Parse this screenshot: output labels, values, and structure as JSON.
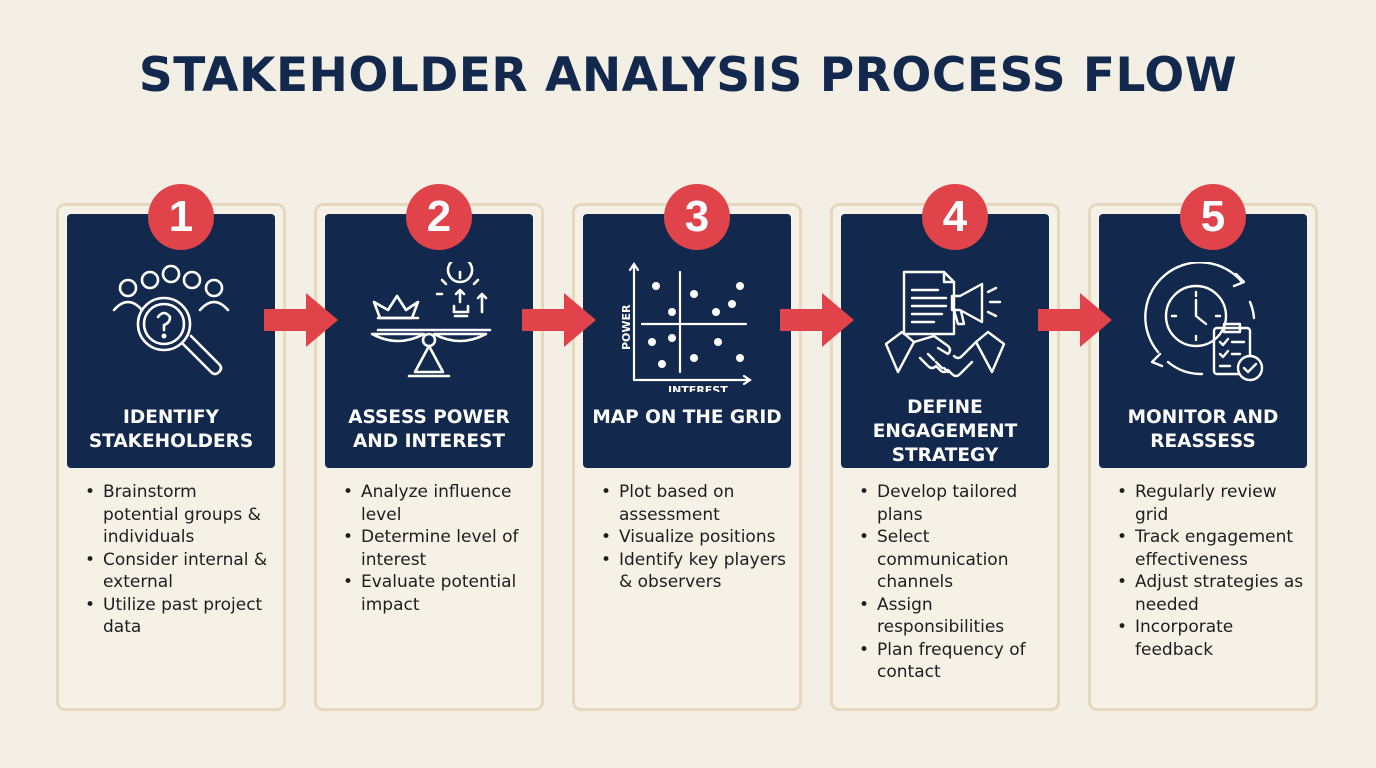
{
  "title": "STAKEHOLDER ANALYSIS PROCESS FLOW",
  "colors": {
    "background": "#f4efe4",
    "panel": "#13284d",
    "accent": "#e0434a",
    "card_border": "#e5d8be",
    "text": "#1d1d1d"
  },
  "steps": [
    {
      "number": "1",
      "title": "IDENTIFY STAKEHOLDERS",
      "icon": "people-magnifier-question-icon",
      "bullets": [
        "Brainstorm potential groups & individuals",
        "Consider internal & external",
        "Utilize past project data"
      ]
    },
    {
      "number": "2",
      "title": "ASSESS POWER AND INTEREST",
      "icon": "scale-crown-lightbulb-icon",
      "bullets": [
        "Analyze influence level",
        "Determine level of interest",
        "Evaluate potential impact"
      ]
    },
    {
      "number": "3",
      "title": "MAP ON THE GRID",
      "icon": "power-interest-grid-icon",
      "icon_labels": {
        "y": "POWER",
        "x": "INTEREST"
      },
      "bullets": [
        "Plot based on assessment",
        "Visualize positions",
        "Identify key players & observers"
      ]
    },
    {
      "number": "4",
      "title": "DEFINE ENGAGEMENT STRATEGY",
      "icon": "document-megaphone-handshake-icon",
      "bullets": [
        "Develop tailored plans",
        "Select communication channels",
        "Assign responsibilities",
        "Plan frequency of contact"
      ]
    },
    {
      "number": "5",
      "title": "MONITOR AND REASSESS",
      "icon": "clock-cycle-checklist-icon",
      "bullets": [
        "Regularly review grid",
        "Track engagement effectiveness",
        "Adjust strategies as needed",
        "Incorporate feedback"
      ]
    }
  ]
}
